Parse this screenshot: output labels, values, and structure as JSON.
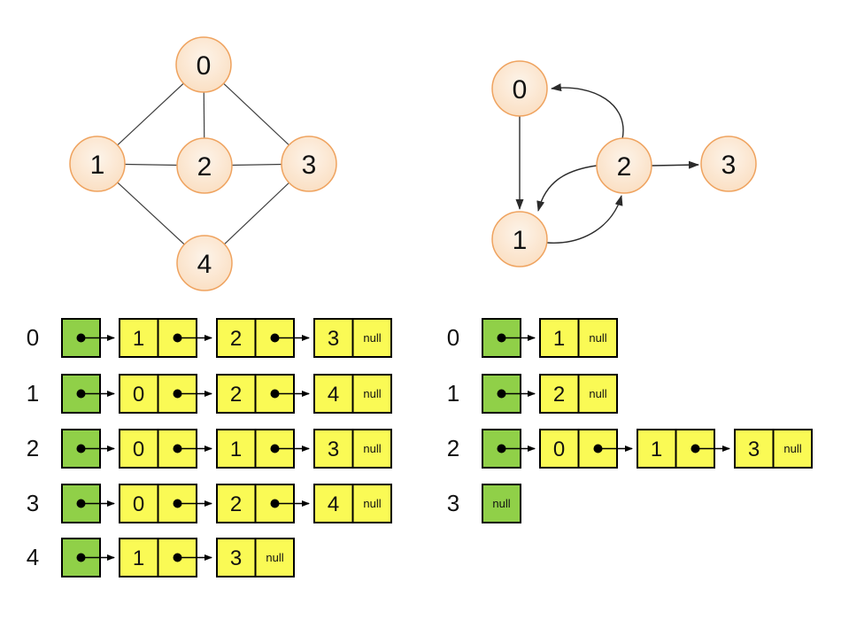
{
  "colors": {
    "graph_node_fill_center": "#fdf4ea",
    "graph_node_fill_edge": "#fadcbd",
    "graph_node_stroke": "#efa35f",
    "head_box_fill": "#90d048",
    "cell_fill": "#fafa55",
    "box_stroke": "#000000",
    "edge_color": "#3f3f3f",
    "text_color": "#111111"
  },
  "graphs": {
    "undirected": {
      "nodes": [
        "0",
        "1",
        "2",
        "3",
        "4"
      ],
      "edges": [
        [
          "0",
          "1"
        ],
        [
          "0",
          "2"
        ],
        [
          "0",
          "3"
        ],
        [
          "1",
          "2"
        ],
        [
          "2",
          "3"
        ],
        [
          "1",
          "4"
        ],
        [
          "3",
          "4"
        ]
      ]
    },
    "directed": {
      "nodes": [
        "0",
        "1",
        "2",
        "3"
      ],
      "edges": [
        [
          "0",
          "1"
        ],
        [
          "2",
          "0"
        ],
        [
          "2",
          "1"
        ],
        [
          "1",
          "2"
        ],
        [
          "2",
          "3"
        ]
      ]
    }
  },
  "adjacency_left": {
    "rows": [
      {
        "label": "0",
        "values": [
          "1",
          "2",
          "3"
        ],
        "terminator": "null"
      },
      {
        "label": "1",
        "values": [
          "0",
          "2",
          "4"
        ],
        "terminator": "null"
      },
      {
        "label": "2",
        "values": [
          "0",
          "1",
          "3"
        ],
        "terminator": "null"
      },
      {
        "label": "3",
        "values": [
          "0",
          "2",
          "4"
        ],
        "terminator": "null"
      },
      {
        "label": "4",
        "values": [
          "1",
          "3"
        ],
        "terminator": "null"
      }
    ]
  },
  "adjacency_right": {
    "rows": [
      {
        "label": "0",
        "values": [
          "1"
        ],
        "terminator": "null"
      },
      {
        "label": "1",
        "values": [
          "2"
        ],
        "terminator": "null"
      },
      {
        "label": "2",
        "values": [
          "0",
          "1",
          "3"
        ],
        "terminator": "null"
      },
      {
        "label": "3",
        "values": [],
        "terminator": "null"
      }
    ]
  }
}
